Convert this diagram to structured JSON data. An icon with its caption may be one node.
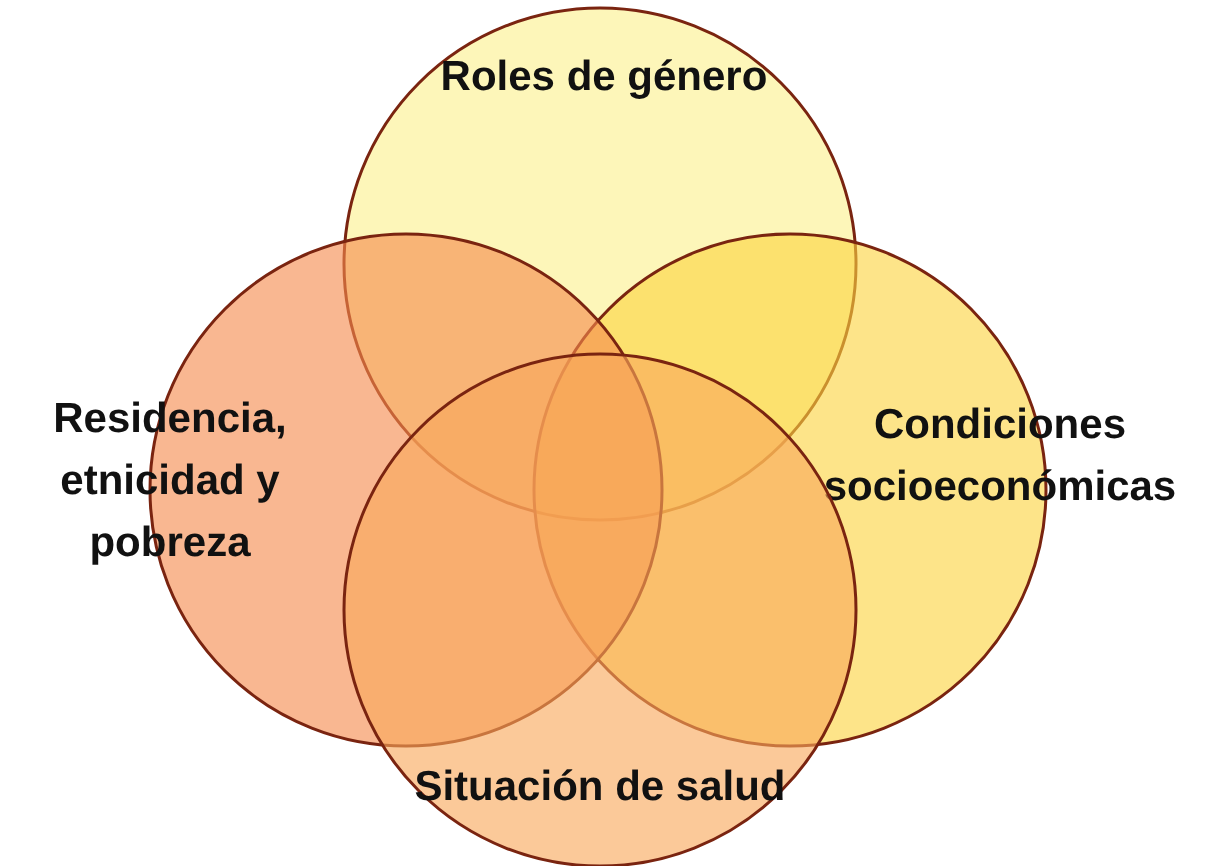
{
  "diagram": {
    "nodes": [
      {
        "text": [
          "Roles de género"
        ]
      },
      {
        "text": [
          "Residencia, etnicidad y pobreza"
        ]
      },
      {
        "text": [
          "Condiciones socioeconómicas"
        ]
      },
      {
        "text": [
          "Situación de salud"
        ]
      }
    ]
  }
}
